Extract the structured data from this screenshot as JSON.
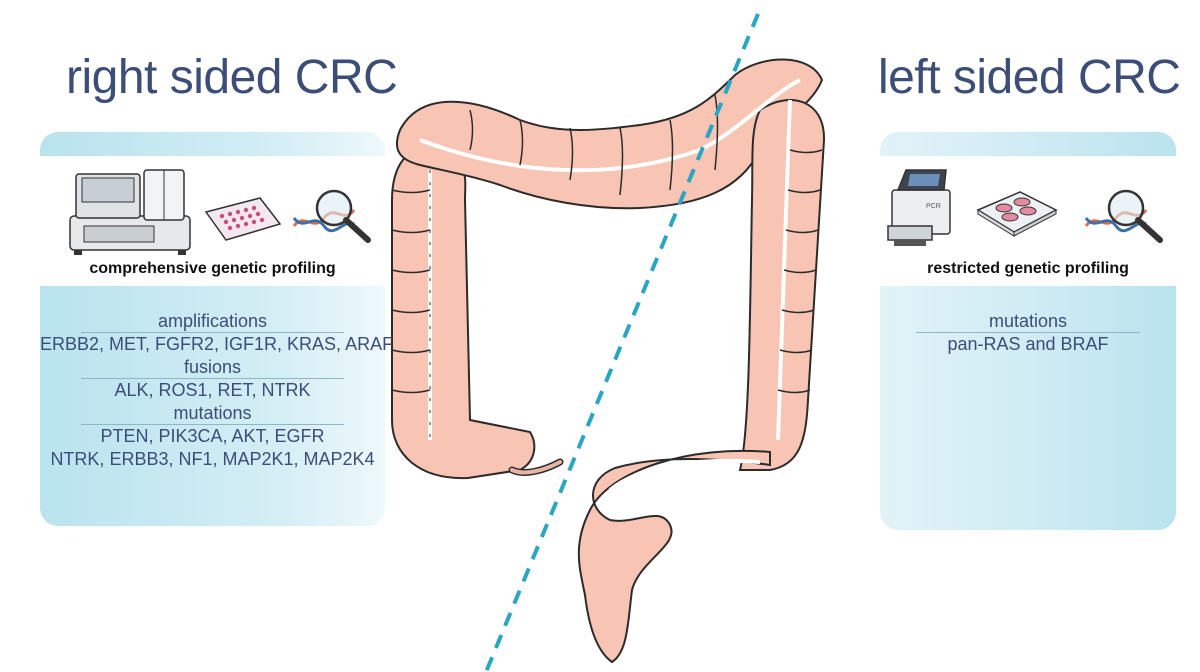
{
  "left": {
    "title": "right sided CRC",
    "profiling_label": "comprehensive genetic profiling",
    "groups": [
      {
        "heading": "amplifications",
        "lines": [
          "ERBB2, MET, FGFR2, IGF1R, KRAS, ARAF"
        ]
      },
      {
        "heading": "fusions",
        "lines": [
          "ALK, ROS1, RET, NTRK"
        ]
      },
      {
        "heading": "mutations",
        "lines": [
          "PTEN, PIK3CA, AKT, EGFR",
          "NTRK, ERBB3, NF1, MAP2K1, MAP2K4"
        ]
      }
    ],
    "icons": [
      "sequencer-icon",
      "well-plate-icon",
      "dna-magnifier-icon"
    ]
  },
  "right": {
    "title": "left sided CRC",
    "profiling_label": "restricted genetic profiling",
    "pcr_label": "PCR",
    "groups": [
      {
        "heading": "mutations",
        "lines": [
          "pan-RAS and BRAF"
        ]
      }
    ],
    "icons": [
      "pcr-machine-icon",
      "culture-dish-icon",
      "dna-magnifier-icon"
    ]
  },
  "colors": {
    "title": "#3c4d78",
    "panel": "#b9e3ee",
    "colon_fill": "#f8c4b3",
    "colon_stroke": "#2b2b2b",
    "divider": "#2aa6c4"
  }
}
